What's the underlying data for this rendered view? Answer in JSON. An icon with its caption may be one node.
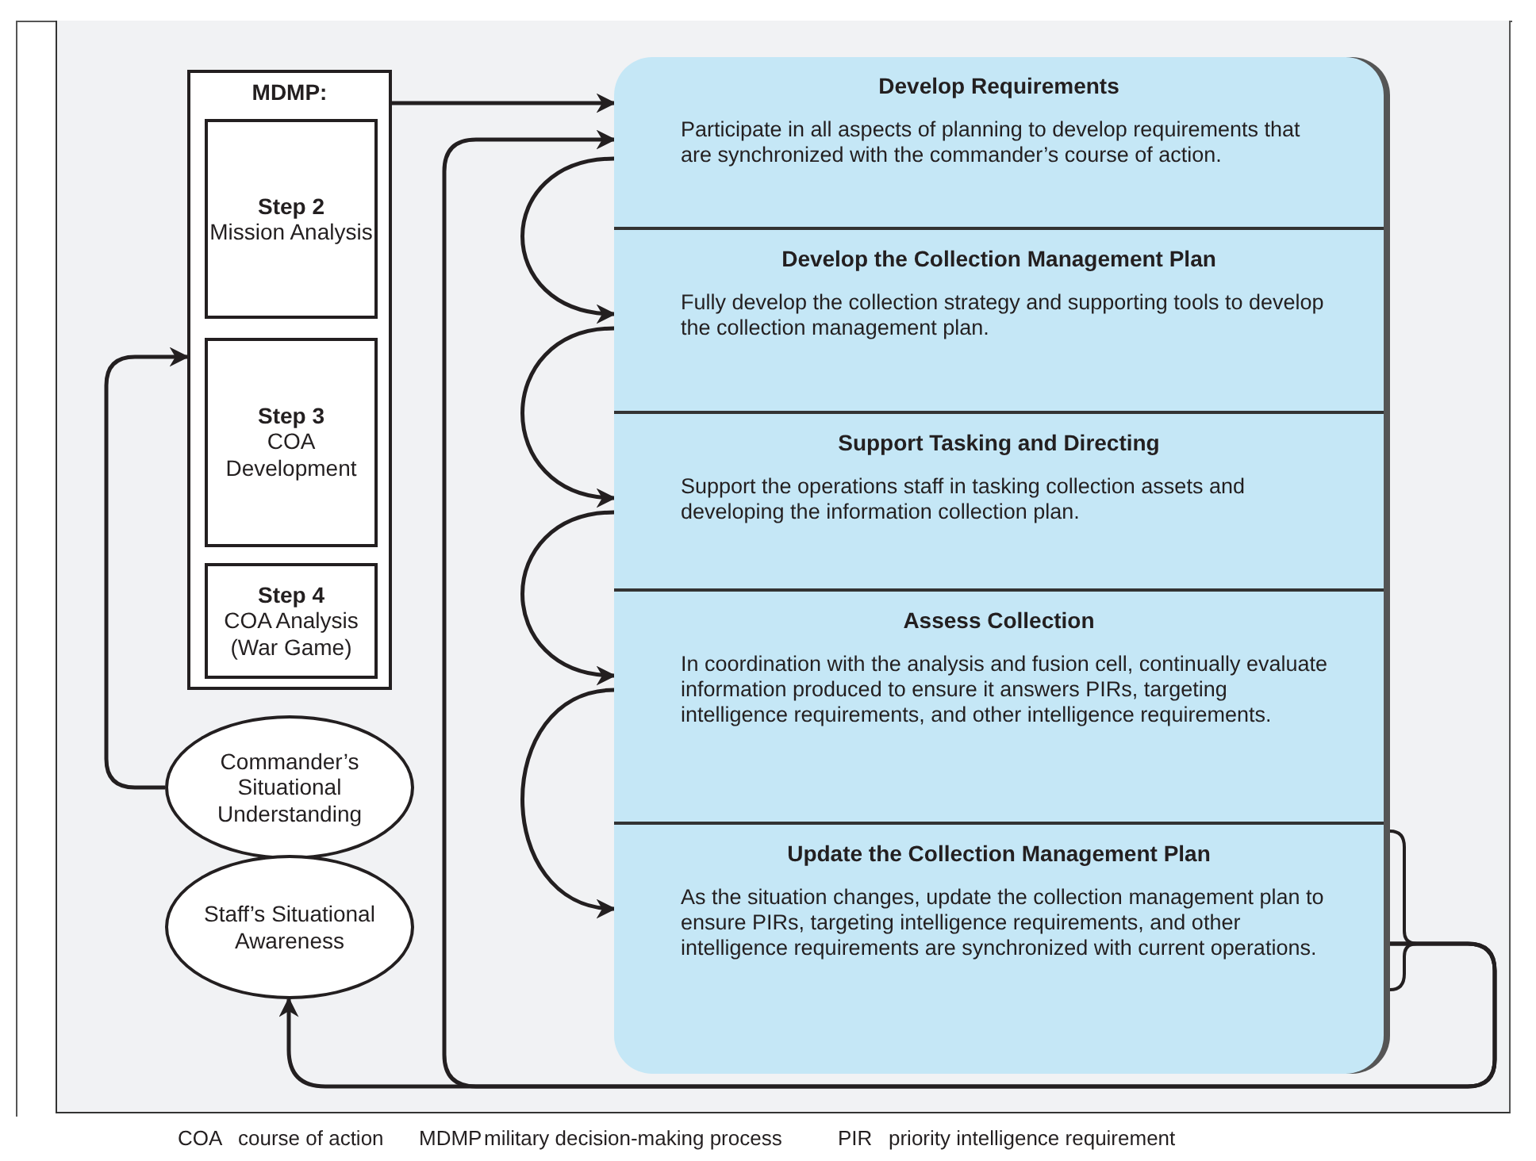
{
  "diagram": {
    "nodes": [
      {
        "text": [
          "MDMP:"
        ]
      },
      {
        "text": [
          "Step 2",
          "Mission Analysis"
        ],
        "in": 0
      },
      {
        "text": [
          "Step 3",
          "COA Development"
        ],
        "in": 0
      },
      {
        "text": [
          "Step 4",
          "COA Analysis (War Game)"
        ],
        "in": 0
      },
      {
        "text": [
          "Commander’s Situational Understanding"
        ]
      },
      {
        "text": [
          "Staff’s Situational Awareness"
        ]
      },
      {
        "text": [],
        "shape": "box"
      },
      {
        "text": [
          "Develop Requirements",
          "Participate in all aspects of planning to develop requirements that are synchronized with the commander’s course of action."
        ],
        "in": 6
      },
      {
        "text": [
          "Develop the Collection Management Plan",
          "Fully develop the collection strategy and supporting tools to develop the collection management plan."
        ],
        "in": 6
      },
      {
        "text": [
          "Support Tasking and Directing",
          "Support the operations staff in tasking collection assets and developing the information collection plan."
        ],
        "in": 6
      },
      {
        "text": [
          "Assess Collection",
          "In coordination with the analysis and fusion cell, continually evaluate information produced to ensure it answers PIRs, targeting intelligence requirements, and other intelligence requirements."
        ],
        "in": 6
      },
      {
        "text": [
          "Update the Collection Management Plan",
          "As the situation changes, update the collection management plan to ensure PIRs, targeting intelligence requirements, and other intelligence requirements are synchronized with current operations."
        ],
        "in": 6
      }
    ],
    "edges": [
      {
        "from": 0,
        "to": 7,
        "arrow": "to"
      },
      {
        "from": 4,
        "to": 0,
        "arrow": "to"
      },
      {
        "from": 7,
        "to": 8,
        "arrow": "to"
      },
      {
        "from": 8,
        "to": 9,
        "arrow": "to"
      },
      {
        "from": 9,
        "to": 10,
        "arrow": "to"
      },
      {
        "from": 10,
        "to": 11,
        "arrow": "to"
      },
      {
        "from": 11,
        "to": 5,
        "arrow": "to"
      },
      {
        "from": 11,
        "to": 7,
        "arrow": "to"
      }
    ],
    "labels": [
      "COA",
      "course of action",
      "MDMP",
      "military decision-making process",
      "PIR",
      "priority intelligence requirement"
    ]
  }
}
